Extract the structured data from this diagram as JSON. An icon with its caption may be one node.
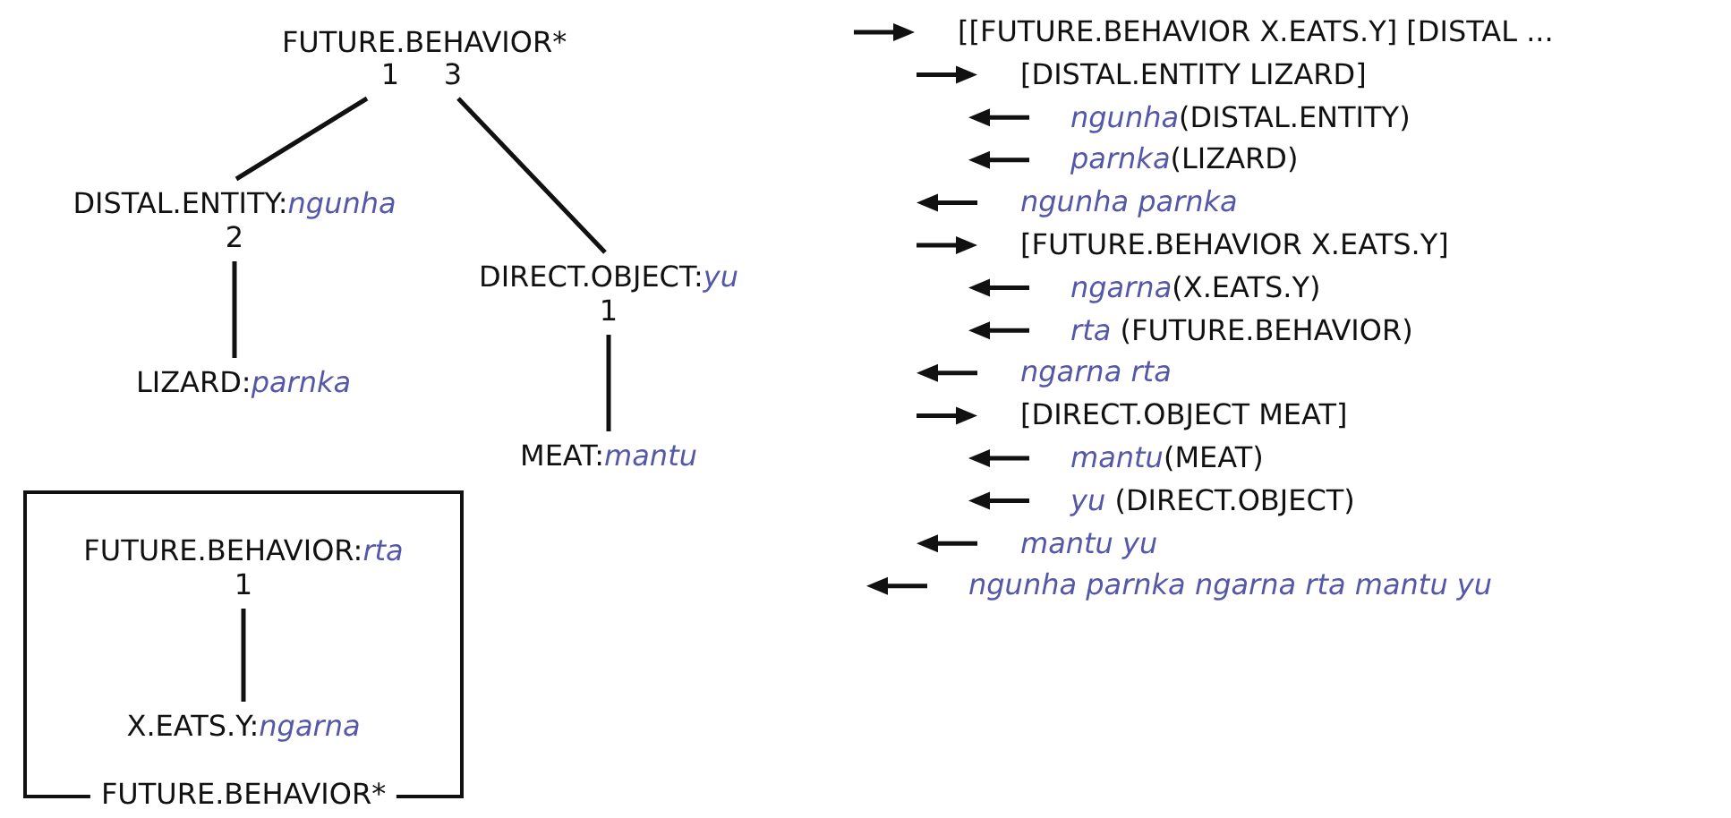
{
  "diagram": {
    "nodes": [
      {
        "text": [
          "FUTURE.BEHAVIOR*"
        ],
        "beside": [
          "1",
          "3"
        ]
      },
      {
        "text": [
          "DISTAL.ENTITY:*ngunha*"
        ],
        "beside": [
          "2"
        ]
      },
      {
        "text": [
          "LIZARD:*parnka*"
        ]
      },
      {
        "text": [
          "DIRECT.OBJECT:*yu*"
        ],
        "beside": [
          "1"
        ]
      },
      {
        "text": [
          "MEAT:*mantu*"
        ]
      },
      {
        "text": [
          "FUTURE.BEHAVIOR*"
        ]
      },
      {
        "text": [
          "FUTURE.BEHAVIOR:*rta*"
        ],
        "beside": [
          "1"
        ],
        "in": 5
      },
      {
        "text": [
          "X.EATS.Y:*ngarna*"
        ],
        "in": 5
      }
    ],
    "edges": [
      {
        "from": 0,
        "to": 1,
        "arrow": "none"
      },
      {
        "from": 0,
        "to": 3,
        "arrow": "none"
      },
      {
        "from": 1,
        "to": 2,
        "arrow": "none"
      },
      {
        "from": 3,
        "to": 4,
        "arrow": "none"
      },
      {
        "from": 6,
        "to": 7,
        "arrow": "none"
      }
    ],
    "labels": [
      "[[FUTURE.BEHAVIOR X.EATS.Y] [DISTAL ...",
      "[DISTAL.ENTITY LIZARD]",
      "*ngunha*(DISTAL.ENTITY)",
      "*parnka*(LIZARD)",
      "ngunha parnka",
      "[FUTURE.BEHAVIOR X.EATS.Y]",
      "*ngarna*(X.EATS.Y)",
      "*rta* (FUTURE.BEHAVIOR)",
      "ngarna rta",
      "[DIRECT.OBJECT MEAT]",
      "*mantu*(MEAT)",
      "*yu* (DIRECT.OBJECT)",
      "mantu yu",
      "ngunha parnka ngarna rta mantu yu"
    ]
  }
}
